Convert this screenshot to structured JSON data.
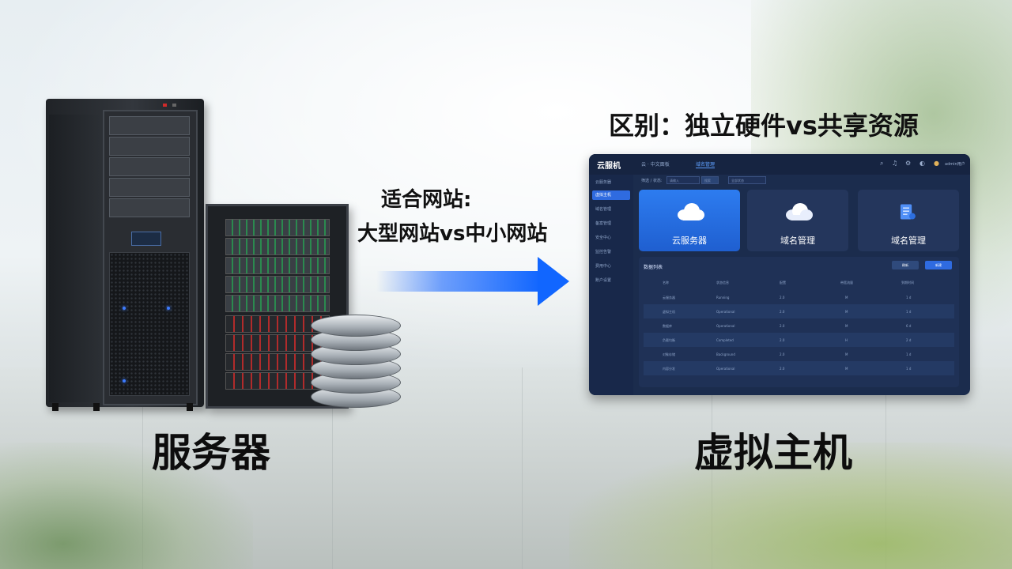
{
  "headline": {
    "difference": "区别：独立硬件vs共享资源",
    "suitability_title": "适合网站:",
    "suitability_value": "大型网站vs中小网站",
    "left_label": "服务器",
    "right_label": "虚拟主机"
  },
  "dashboard": {
    "logo": "云服机",
    "tabs": [
      "云 · 中文面板",
      "域名管理"
    ],
    "user": "admin用户",
    "sidebar": [
      "云服务器",
      "虚拟主机",
      "域名管理",
      "备案管理",
      "安全中心",
      "监控告警",
      "费用中心",
      "账户设置"
    ],
    "filter_label": "筛选 / 状态:",
    "filter_placeholder": "请输入",
    "filter_button": "搜索",
    "filter_select": "全部状态",
    "cards": [
      "云服务器",
      "域名管理",
      "域名管理"
    ],
    "panel_title": "数据列表",
    "panel_buttons": [
      "刷新",
      "新建"
    ],
    "columns": [
      "名称",
      "状态信息",
      "配置",
      "带宽流量",
      "到期时间"
    ],
    "rows": [
      [
        "云服务器",
        "Running",
        "2.0",
        "M",
        "1 d"
      ],
      [
        "虚拟主机",
        "Operational",
        "2.0",
        "M",
        "1 d"
      ],
      [
        "数据库",
        "Operational",
        "2.0",
        "M",
        "6 d"
      ],
      [
        "负载均衡",
        "Completed",
        "2.0",
        "H",
        "2 d"
      ],
      [
        "对象存储",
        "Background",
        "2.0",
        "M",
        "1 d"
      ],
      [
        "内容分发",
        "Operational",
        "2.0",
        "M",
        "1 d"
      ]
    ]
  }
}
